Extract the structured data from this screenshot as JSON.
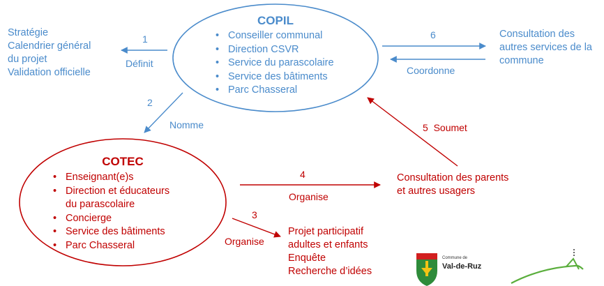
{
  "copil": {
    "title": "COPIL",
    "members": [
      "Conseiller communal",
      "Direction CSVR",
      "Service du parascolaire",
      "Service des bâtiments",
      "Parc Chasseral"
    ]
  },
  "left_outcomes": [
    "Stratégie",
    "Calendrier général",
    "du projet",
    "Validation officielle"
  ],
  "consultation_services": [
    "Consultation des",
    "autres services de la",
    "commune"
  ],
  "cotec": {
    "title": "COTEC",
    "members": [
      [
        "Enseignant(e)s"
      ],
      [
        "Direction et éducateurs",
        "du parascolaire"
      ],
      [
        "Concierge"
      ],
      [
        "Service des bâtiments"
      ],
      [
        "Parc Chasseral"
      ]
    ]
  },
  "consultation_parents": [
    "Consultation des parents",
    "et autres usagers"
  ],
  "participatory": [
    "Projet participatif",
    "adultes et enfants",
    "Enquête",
    "Recherche d’idées"
  ],
  "arrows": {
    "a1": {
      "num": "1",
      "label": "Définit"
    },
    "a2": {
      "num": "2",
      "label": "Nomme"
    },
    "a3": {
      "num": "3",
      "label": "Organise"
    },
    "a4": {
      "num": "4",
      "label": "Organise"
    },
    "a5": {
      "label": "5  Soumet"
    },
    "a6": {
      "num": "6",
      "label": "Coordonne"
    }
  },
  "logo": {
    "small": "Commune de",
    "name": "Val-de-Ruz"
  },
  "colors": {
    "blue": "#4a8bcb",
    "red": "#c00000",
    "green": "#5aae3c"
  }
}
